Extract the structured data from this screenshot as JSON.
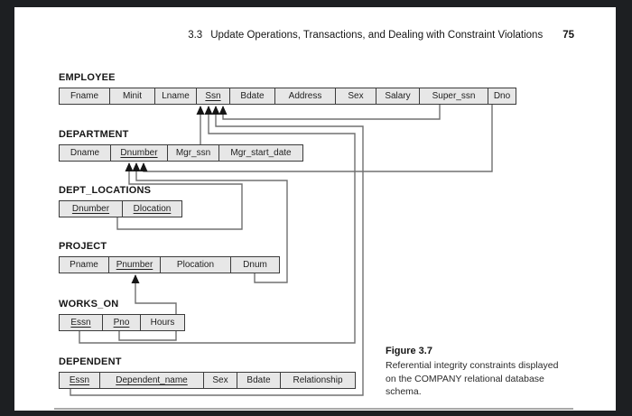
{
  "header": {
    "section": "3.3",
    "title": "Update Operations, Transactions, and Dealing with Constraint Violations",
    "page_number": "75"
  },
  "figure": {
    "label": "Figure 3.7",
    "caption_lines": [
      "Referential integrity constraints displayed",
      "on the COMPANY relational database",
      "schema."
    ]
  },
  "schema": {
    "tables": [
      {
        "name": "EMPLOYEE",
        "columns": [
          "Fname",
          "Minit",
          "Lname",
          "Ssn",
          "Bdate",
          "Address",
          "Sex",
          "Salary",
          "Super_ssn",
          "Dno"
        ],
        "keys": [
          "Ssn"
        ]
      },
      {
        "name": "DEPARTMENT",
        "columns": [
          "Dname",
          "Dnumber",
          "Mgr_ssn",
          "Mgr_start_date"
        ],
        "keys": [
          "Dnumber"
        ]
      },
      {
        "name": "DEPT_LOCATIONS",
        "columns": [
          "Dnumber",
          "Dlocation"
        ],
        "keys": [
          "Dnumber",
          "Dlocation"
        ]
      },
      {
        "name": "PROJECT",
        "columns": [
          "Pname",
          "Pnumber",
          "Plocation",
          "Dnum"
        ],
        "keys": [
          "Pnumber"
        ]
      },
      {
        "name": "WORKS_ON",
        "columns": [
          "Essn",
          "Pno",
          "Hours"
        ],
        "keys": [
          "Essn",
          "Pno"
        ]
      },
      {
        "name": "DEPENDENT",
        "columns": [
          "Essn",
          "Dependent_name",
          "Sex",
          "Bdate",
          "Relationship"
        ],
        "keys": [
          "Essn",
          "Dependent_name"
        ]
      }
    ],
    "constraints": [
      {
        "from": "DEPARTMENT.Mgr_ssn",
        "to": "EMPLOYEE.Ssn"
      },
      {
        "from": "EMPLOYEE.Super_ssn",
        "to": "EMPLOYEE.Ssn"
      },
      {
        "from": "WORKS_ON.Essn",
        "to": "EMPLOYEE.Ssn"
      },
      {
        "from": "DEPENDENT.Essn",
        "to": "EMPLOYEE.Ssn"
      },
      {
        "from": "EMPLOYEE.Dno",
        "to": "DEPARTMENT.Dnumber"
      },
      {
        "from": "DEPT_LOCATIONS.Dnumber",
        "to": "DEPARTMENT.Dnumber"
      },
      {
        "from": "PROJECT.Dnum",
        "to": "DEPARTMENT.Dnumber"
      },
      {
        "from": "WORKS_ON.Pno",
        "to": "PROJECT.Pnumber"
      }
    ]
  }
}
